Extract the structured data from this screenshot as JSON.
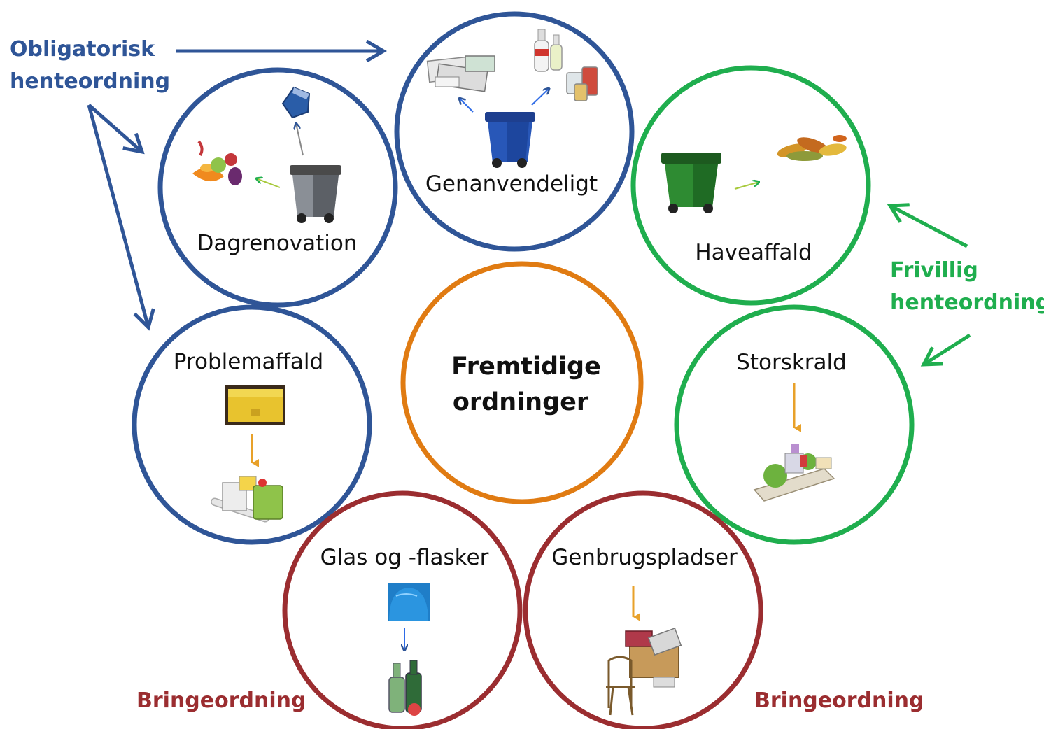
{
  "colors": {
    "obligatory": "#2f5597",
    "voluntary": "#1fae4e",
    "bring": "#9b2d30",
    "center": "#e07b12",
    "text": "#111111"
  },
  "groups": {
    "obligatory": {
      "line1": "Obligatorisk",
      "line2": "henteordning"
    },
    "voluntary": {
      "line1": "Frivillig",
      "line2": "henteordning"
    },
    "bring_left": "Bringeordning",
    "bring_right": "Bringeordning"
  },
  "center": {
    "line1": "Fremtidige",
    "line2": "ordninger"
  },
  "schemes": {
    "dagrenovation": "Dagrenovation",
    "genanvendeligt": "Genanvendeligt",
    "haveaffald": "Haveaffald",
    "problemaffald": "Problemaffald",
    "storskrald": "Storskrald",
    "glas": "Glas og -flasker",
    "genbrugspladser": "Genbrugspladser"
  },
  "icons": {
    "dagrenovation": [
      "grey-wheelie-bin-icon",
      "fruit-scraps-icon",
      "milk-carton-icon"
    ],
    "genanvendeligt": [
      "blue-wheelie-bin-icon",
      "paper-pile-icon",
      "bottles-icon",
      "cans-icon"
    ],
    "haveaffald": [
      "green-wheelie-bin-icon",
      "leaves-icon"
    ],
    "problemaffald": [
      "yellow-chemical-box-icon",
      "paint-cans-icon"
    ],
    "storskrald": [
      "bulky-waste-pile-icon"
    ],
    "glas": [
      "glass-container-icon",
      "glass-bottles-icon"
    ],
    "genbrugspladser": [
      "furniture-pile-icon"
    ]
  }
}
